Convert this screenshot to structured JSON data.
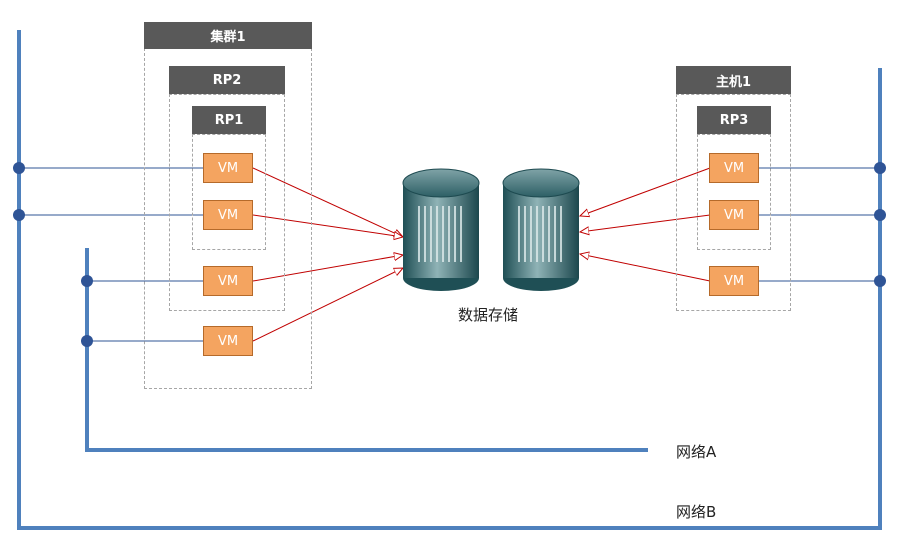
{
  "cluster": {
    "title": "集群1"
  },
  "rp2": {
    "title": "RP2"
  },
  "rp1": {
    "title": "RP1"
  },
  "host": {
    "title": "主机1"
  },
  "rp3": {
    "title": "RP3"
  },
  "vm_label": "VM",
  "storage": {
    "label": "数据存储"
  },
  "networks": {
    "a": "网络A",
    "b": "网络B"
  },
  "colors": {
    "network": "#4f81bd",
    "vm_fill": "#f4a460",
    "header": "#595959",
    "arrow": "#c00000",
    "dot": "#2f5496"
  }
}
